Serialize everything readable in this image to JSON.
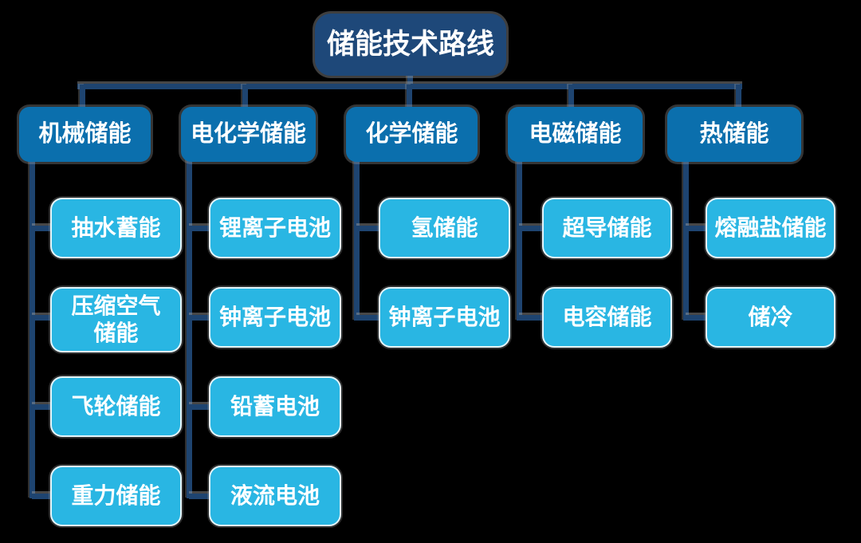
{
  "title": "储能技术路线",
  "colors": {
    "background": "#000000",
    "root_fill": "#1E4879",
    "branch_fill": "#0B6FAD",
    "leaf_fill": "#29B6E3",
    "connector": "#1E4470",
    "text": "#FFFFFF"
  },
  "tree": {
    "root": "储能技术路线",
    "branches": [
      {
        "label": "机械储能",
        "children": [
          "抽水蓄能",
          "压缩空气储能",
          "飞轮储能",
          "重力储能"
        ]
      },
      {
        "label": "电化学储能",
        "children": [
          "锂离子电池",
          "钟离子电池",
          "铅蓄电池",
          "液流电池"
        ]
      },
      {
        "label": "化学储能",
        "children": [
          "氢储能",
          "钟离子电池"
        ]
      },
      {
        "label": "电磁储能",
        "children": [
          "超导储能",
          "电容储能"
        ]
      },
      {
        "label": "热储能",
        "children": [
          "熔融盐储能",
          "储冷"
        ]
      }
    ]
  }
}
